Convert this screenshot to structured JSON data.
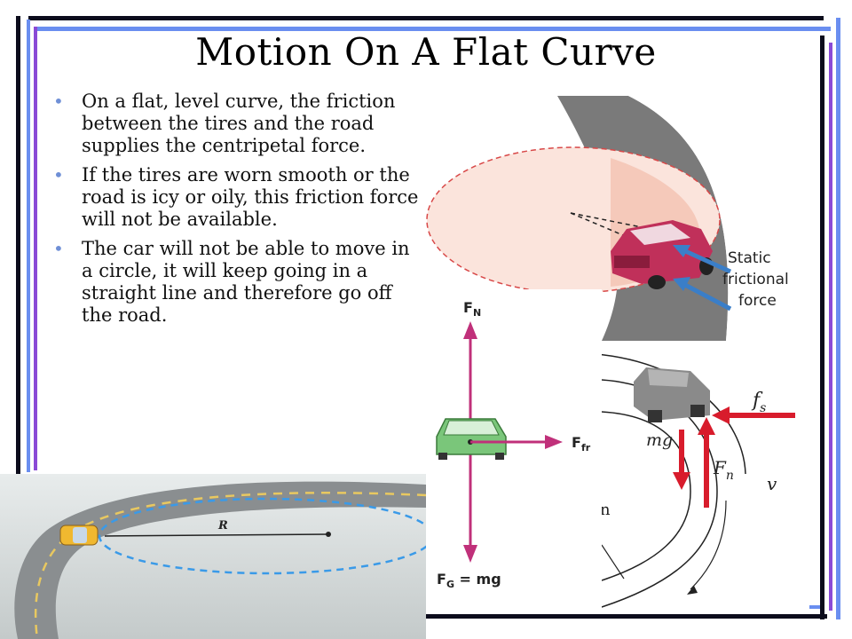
{
  "slide": {
    "title": "Motion On A Flat Curve",
    "bullets": [
      "On a flat, level curve, the friction between the tires and the road supplies the centripetal force.",
      "If the tires are worn smooth or the road is icy or oily, this friction force will not be available.",
      "The car will not be able to move in a circle, it will keep going in a straight line and therefore go off the road."
    ]
  },
  "figure_curve": {
    "label_line1": "Static",
    "label_line2": "frictional",
    "label_line3": "force"
  },
  "figure_fbd": {
    "normal_force": "F",
    "normal_sub": "N",
    "friction_force": "F",
    "friction_sub": "fr",
    "gravity_force": "F",
    "gravity_sub": "G",
    "gravity_eq": " = mg"
  },
  "figure_forces": {
    "fs": "f",
    "fs_sub": "s",
    "mg": "mg",
    "fn": "F",
    "fn_sub": "n",
    "v": "v",
    "partial_letter": "n"
  },
  "figure_road": {
    "radius_label": "R"
  },
  "colors": {
    "frame_dark": "#0c0c1c",
    "frame_blue": "#6a8ef0",
    "frame_purple": "#8a4ad6",
    "bullet": "#6f8fd6",
    "arrow_blue": "#3a7ec8",
    "force_magenta": "#c0307a",
    "force_red": "#d81c2c",
    "car_pink": "#c0305a"
  }
}
